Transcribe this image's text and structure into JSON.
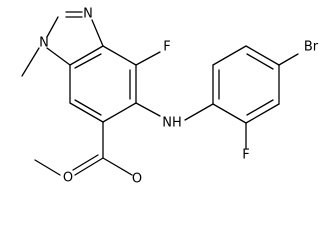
{
  "molecule": {
    "atoms": {
      "N_imidazole_top": "N",
      "N_methyl": "N",
      "F_core": "F",
      "F_aryl": "F",
      "NH_linker": "NH",
      "Br": "Br",
      "O_carbonyl": "O",
      "O_ester": "O"
    }
  }
}
